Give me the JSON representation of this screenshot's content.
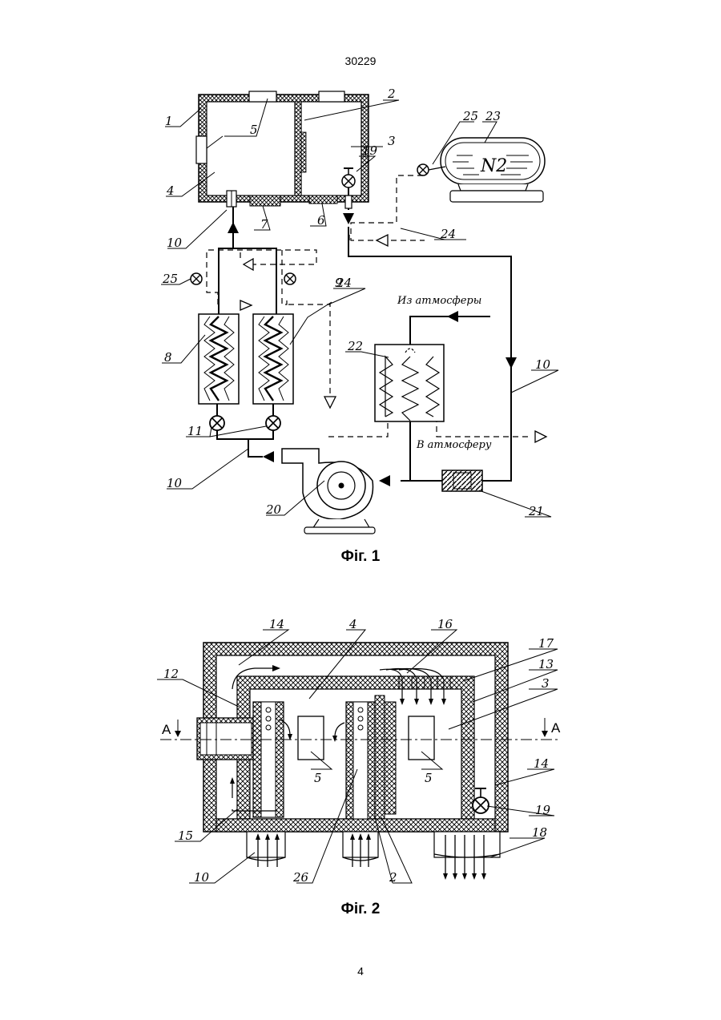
{
  "document": {
    "page_number_top": "30229",
    "page_number_bottom": "4"
  },
  "figure1": {
    "caption": "Фіг. 1",
    "labels": {
      "l1": "1",
      "l2": "2",
      "l3": "3",
      "l4": "4",
      "l5": "5",
      "l6": "6",
      "l7": "7",
      "l8": "8",
      "l9": "9",
      "l10a": "10",
      "l10b": "10",
      "l10c": "10",
      "l11": "11",
      "l19": "19",
      "l20": "20",
      "l21": "21",
      "l22": "22",
      "l23": "23",
      "l24a": "24",
      "l24b": "24",
      "l25a": "25",
      "l25b": "25"
    },
    "n2_label": "N2",
    "from_atmosphere": "Из атмосферы",
    "to_atmosphere": "В атмосферу"
  },
  "figure2": {
    "caption": "Фіг. 2",
    "labels": {
      "l2": "2",
      "l3": "3",
      "l4": "4",
      "l5a": "5",
      "l5b": "5",
      "l10": "10",
      "l12": "12",
      "l13": "13",
      "l14a": "14",
      "l14b": "14",
      "l15": "15",
      "l16": "16",
      "l17": "17",
      "l18": "18",
      "l19": "19",
      "l26": "26"
    },
    "section_left": "A",
    "section_right": "A"
  }
}
